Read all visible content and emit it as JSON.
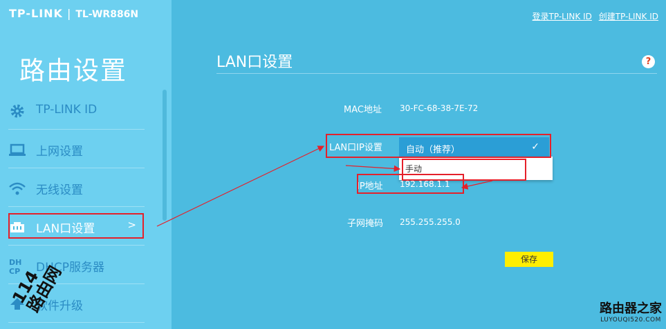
{
  "header": {
    "brand": "TP-LINK",
    "model": "TL-WR886N",
    "links": [
      "登录TP-LINK ID",
      "创建TP-LINK ID"
    ]
  },
  "sidebar": {
    "title": "路由设置",
    "items": [
      {
        "label": "TP-LINK ID",
        "icon": "gear-icon"
      },
      {
        "label": "上网设置",
        "icon": "laptop-icon"
      },
      {
        "label": "无线设置",
        "icon": "wifi-icon"
      },
      {
        "label": "LAN口设置",
        "icon": "ethernet-port-icon",
        "active": true,
        "chevron": ">"
      },
      {
        "label": "DHCP服务器",
        "icon": "dhcp-icon"
      },
      {
        "label": "软件升级",
        "icon": "upload-arrow-icon"
      }
    ]
  },
  "main": {
    "title": "LAN口设置",
    "help_icon": "question-icon",
    "mac_label": "MAC地址",
    "mac_value": "30-FC-68-38-7E-72",
    "lanip_label": "LAN口IP设置",
    "lanip_selected": "自动（推荐）",
    "lanip_option": "手动",
    "ip_label": "IP地址",
    "ip_value": "192.168.1.1",
    "mask_label": "子网掩码",
    "mask_value": "255.255.255.0",
    "save_label": "保存"
  },
  "watermarks": {
    "left": [
      "114",
      "路由网"
    ],
    "right_big": "路由器之家",
    "right_small": "LUYOUQI520.COM"
  },
  "colors": {
    "accent_bg": "#4cbbe0",
    "sidebar_bg": "#6dd0f0",
    "select_bg": "#2b9ed6",
    "save_btn": "#ffee00",
    "annotation": "#e5202a"
  }
}
